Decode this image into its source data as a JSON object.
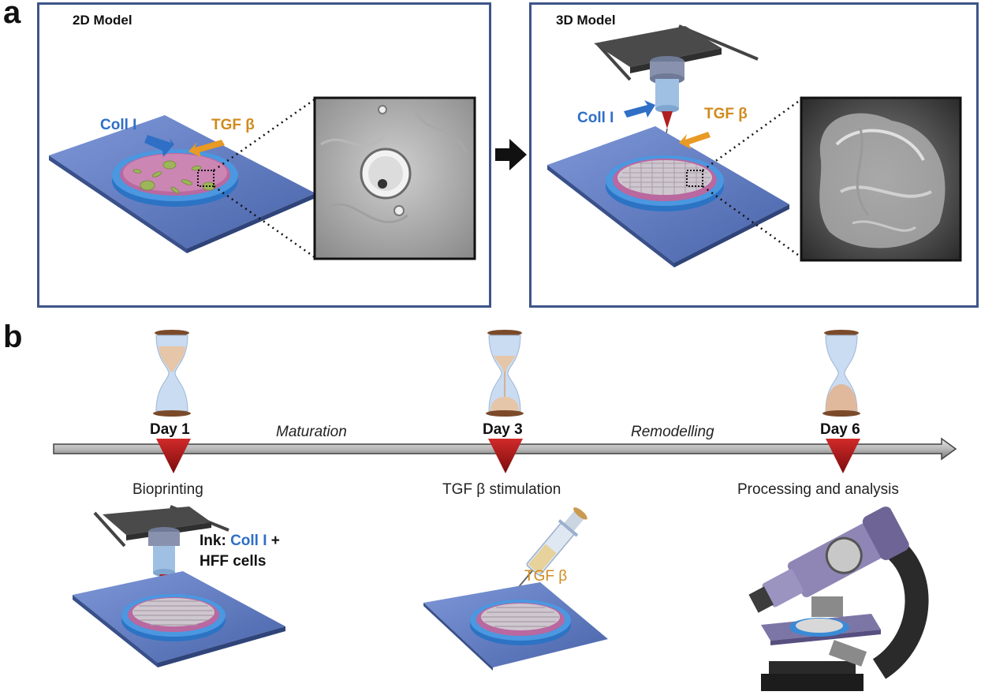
{
  "panels": {
    "a": {
      "letter": "a",
      "left": {
        "title": "2D Model",
        "label_blue": "Coll I",
        "label_orange": "TGF β"
      },
      "right": {
        "title": "3D Model",
        "label_blue": "Coll I",
        "label_orange": "TGF β"
      }
    },
    "b": {
      "letter": "b",
      "timeline": {
        "days": [
          "Day 1",
          "Day 3",
          "Day 6"
        ],
        "phases": [
          "Maturation",
          "Remodelling"
        ],
        "steps": [
          "Bioprinting",
          "TGF β stimulation",
          "Processing and analysis"
        ]
      },
      "ink": {
        "prefix": "Ink: ",
        "coll": "Coll I",
        "suffix": " +",
        "line2": "HFF cells"
      },
      "syringe_label": "TGF β"
    }
  },
  "colors": {
    "frame": "#3e5589",
    "blue_label": "#2f6fc6",
    "orange_label": "#d18a1d",
    "plate": "#5a79c4",
    "dish_rim": "#3a8ad6",
    "medium": "#c77aa8",
    "marker": "#b11a1a"
  }
}
